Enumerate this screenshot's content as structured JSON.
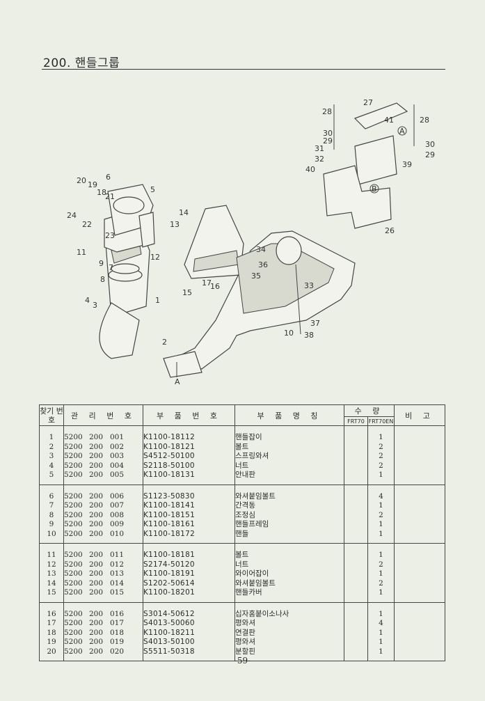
{
  "page": {
    "title": "200. 핸들그룹",
    "page_number": "-59-"
  },
  "diagram": {
    "labels": [
      "1",
      "2",
      "3",
      "4",
      "5",
      "6",
      "7",
      "8",
      "9",
      "10",
      "11",
      "12",
      "13",
      "14",
      "15",
      "16",
      "17",
      "18",
      "19",
      "20",
      "21",
      "22",
      "23",
      "24",
      "26",
      "27",
      "28",
      "28",
      "29",
      "29",
      "30",
      "30",
      "31",
      "32",
      "33",
      "34",
      "35",
      "36",
      "37",
      "38",
      "39",
      "40",
      "41",
      "A",
      "A",
      "B"
    ]
  },
  "table": {
    "headers": {
      "no": "찾기 번호",
      "mgmt": "관 리 번 호",
      "part_no": "부 품 번 호",
      "name": "부 품 명 칭",
      "qty": "수 량",
      "qty_frt70": "FRT70",
      "qty_frt70en": "FRT70EN",
      "remark": "비 고"
    },
    "groups": [
      [
        {
          "no": "1",
          "m1": "5200",
          "m2": "200",
          "m3": "001",
          "part": "K1100-18112",
          "name": "핸들잡이",
          "qty1": "",
          "qty2": "1"
        },
        {
          "no": "2",
          "m1": "5200",
          "m2": "200",
          "m3": "002",
          "part": "K1100-18121",
          "name": "볼트",
          "qty1": "",
          "qty2": "2"
        },
        {
          "no": "3",
          "m1": "5200",
          "m2": "200",
          "m3": "003",
          "part": "S4512-50100",
          "name": "스프링와셔",
          "qty1": "",
          "qty2": "2"
        },
        {
          "no": "4",
          "m1": "5200",
          "m2": "200",
          "m3": "004",
          "part": "S2118-50100",
          "name": "너트",
          "qty1": "",
          "qty2": "2"
        },
        {
          "no": "5",
          "m1": "5200",
          "m2": "200",
          "m3": "005",
          "part": "K1100-18131",
          "name": "안내판",
          "qty1": "",
          "qty2": "1"
        }
      ],
      [
        {
          "no": "6",
          "m1": "5200",
          "m2": "200",
          "m3": "006",
          "part": "S1123-50830",
          "name": "와셔붙임볼트",
          "qty1": "",
          "qty2": "4"
        },
        {
          "no": "7",
          "m1": "5200",
          "m2": "200",
          "m3": "007",
          "part": "K1100-18141",
          "name": "간격동",
          "qty1": "",
          "qty2": "1"
        },
        {
          "no": "8",
          "m1": "5200",
          "m2": "200",
          "m3": "008",
          "part": "K1100-18151",
          "name": "조정심",
          "qty1": "",
          "qty2": "2"
        },
        {
          "no": "9",
          "m1": "5200",
          "m2": "200",
          "m3": "009",
          "part": "K1100-18161",
          "name": "핸들프레임",
          "qty1": "",
          "qty2": "1"
        },
        {
          "no": "10",
          "m1": "5200",
          "m2": "200",
          "m3": "010",
          "part": "K1100-18172",
          "name": "핸들",
          "qty1": "",
          "qty2": "1"
        }
      ],
      [
        {
          "no": "11",
          "m1": "5200",
          "m2": "200",
          "m3": "011",
          "part": "K1100-18181",
          "name": "볼트",
          "qty1": "",
          "qty2": "1"
        },
        {
          "no": "12",
          "m1": "5200",
          "m2": "200",
          "m3": "012",
          "part": "S2174-50120",
          "name": "너트",
          "qty1": "",
          "qty2": "2"
        },
        {
          "no": "13",
          "m1": "5200",
          "m2": "200",
          "m3": "013",
          "part": "K1100-18191",
          "name": "와이어잡이",
          "qty1": "",
          "qty2": "1"
        },
        {
          "no": "14",
          "m1": "5200",
          "m2": "200",
          "m3": "014",
          "part": "S1202-50614",
          "name": "와셔붙임볼트",
          "qty1": "",
          "qty2": "2"
        },
        {
          "no": "15",
          "m1": "5200",
          "m2": "200",
          "m3": "015",
          "part": "K1100-18201",
          "name": "핸들카버",
          "qty1": "",
          "qty2": "1"
        }
      ],
      [
        {
          "no": "16",
          "m1": "5200",
          "m2": "200",
          "m3": "016",
          "part": "S3014-50612",
          "name": "십자홈붙이소나사",
          "qty1": "",
          "qty2": "1"
        },
        {
          "no": "17",
          "m1": "5200",
          "m2": "200",
          "m3": "017",
          "part": "S4013-50060",
          "name": "평와셔",
          "qty1": "",
          "qty2": "4"
        },
        {
          "no": "18",
          "m1": "5200",
          "m2": "200",
          "m3": "018",
          "part": "K1100-18211",
          "name": "연결판",
          "qty1": "",
          "qty2": "1"
        },
        {
          "no": "19",
          "m1": "5200",
          "m2": "200",
          "m3": "019",
          "part": "S4013-50100",
          "name": "평와셔",
          "qty1": "",
          "qty2": "1"
        },
        {
          "no": "20",
          "m1": "5200",
          "m2": "200",
          "m3": "020",
          "part": "S5511-50318",
          "name": "분할핀",
          "qty1": "",
          "qty2": "1"
        }
      ]
    ]
  }
}
